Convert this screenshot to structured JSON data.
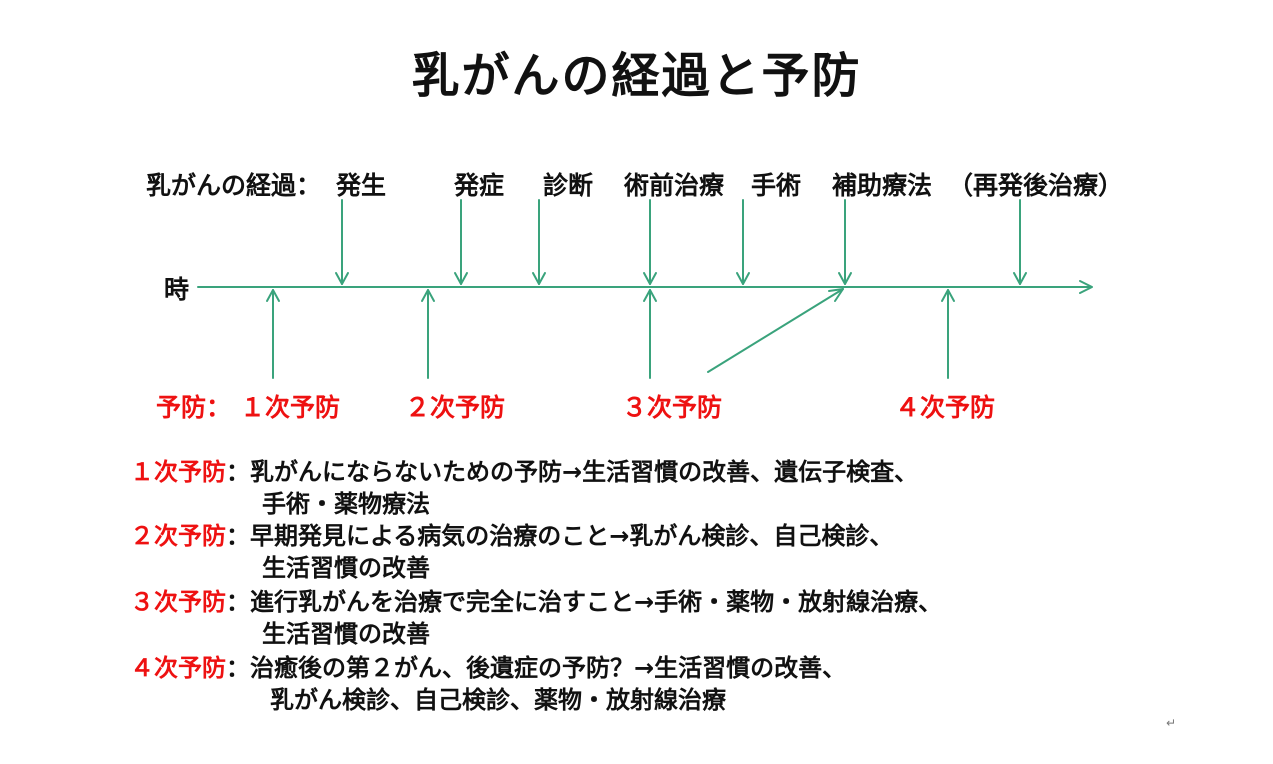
{
  "title": "乳がんの経過と予防",
  "course": {
    "label": "乳がんの経過：",
    "stages": [
      "発生",
      "発症",
      "診断",
      "術前治療",
      "手術",
      "補助療法",
      "（再発後治療）"
    ]
  },
  "time_label": "時",
  "prevention": {
    "label": "予防：",
    "stages": [
      "１次予防",
      "２次予防",
      "３次予防",
      "４次予防"
    ]
  },
  "definitions": [
    {
      "key": "１次予防",
      "line1": "：乳がんにならないための予防→生活習慣の改善、遺伝子検査、",
      "line2": "手術・薬物療法"
    },
    {
      "key": "２次予防",
      "line1": "：早期発見による病気の治療のこと→乳がん検診、自己検診、",
      "line2": "生活習慣の改善"
    },
    {
      "key": "３次予防",
      "line1": "：進行乳がんを治療で完全に治すこと→手術・薬物・放射線治療、",
      "line2": "生活習慣の改善"
    },
    {
      "key": "４次予防",
      "line1": "：治癒後の第２がん、後遺症の予防？→生活習慣の改善、",
      "line2": "乳がん検診、自己検診、薬物・放射線治療"
    }
  ],
  "paragraph_mark": "↵",
  "colors": {
    "line": "#3aa37c",
    "prevention": "#ee1111",
    "text": "#111111"
  }
}
